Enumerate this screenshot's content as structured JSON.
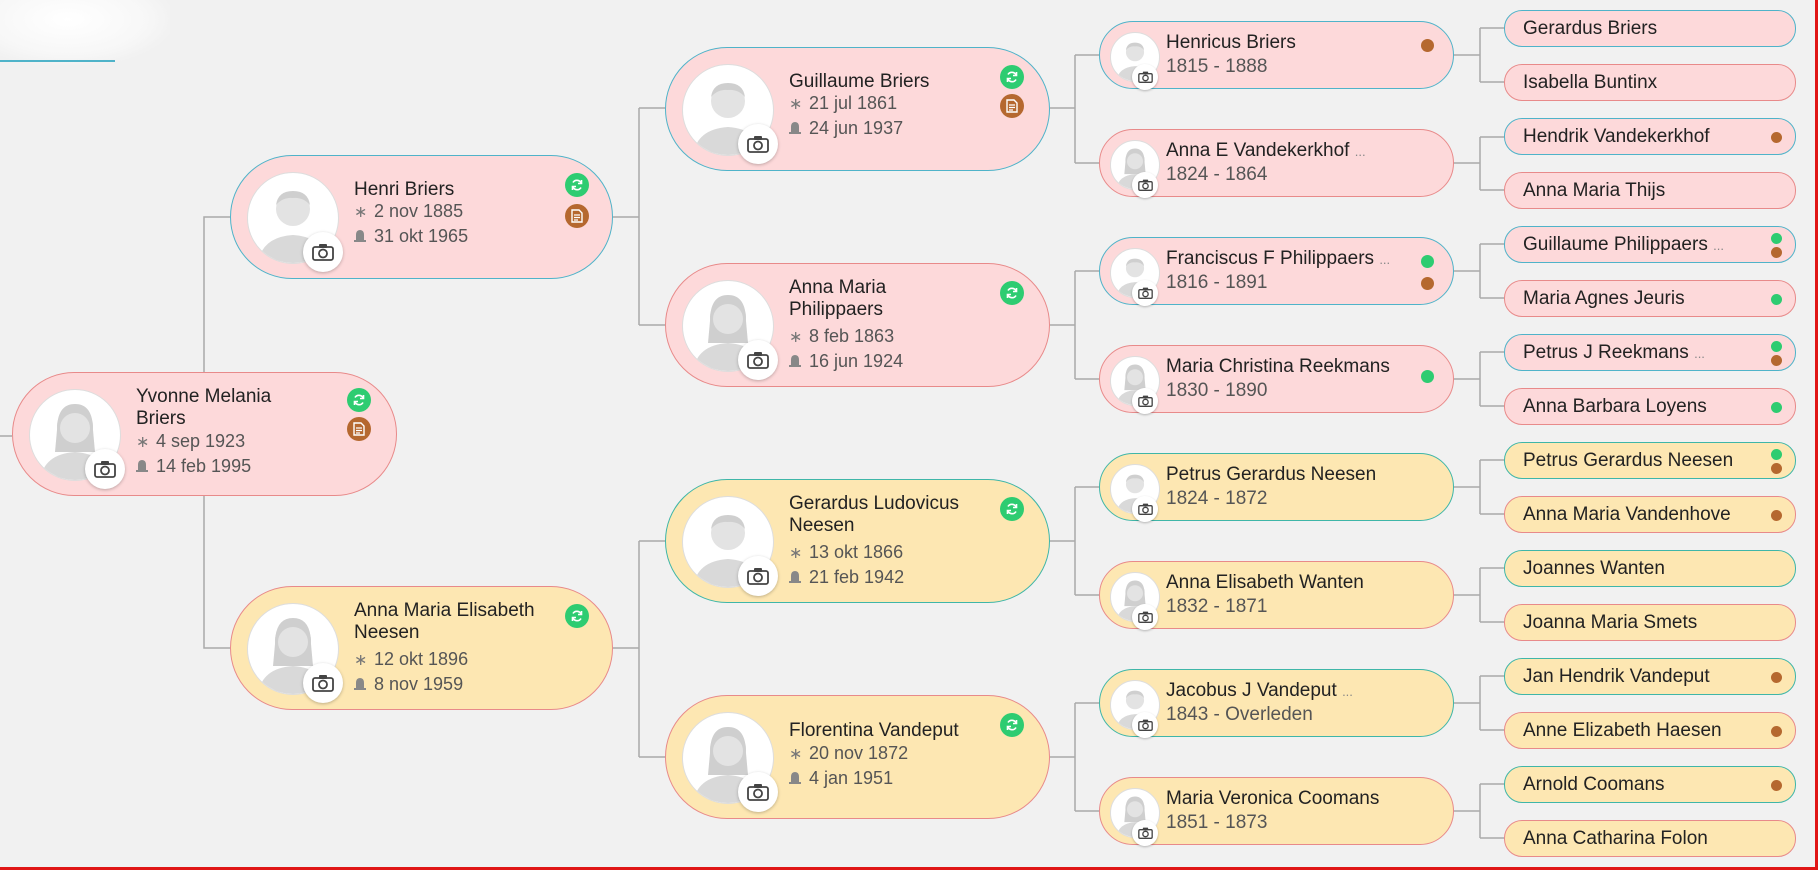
{
  "gen1": {
    "name": "Yvonne Melania Briers",
    "born": "4 sep 1923",
    "died": "14 feb 1995"
  },
  "gen2": [
    {
      "name": "Henri Briers",
      "born": "2 nov 1885",
      "died": "31 okt 1965"
    },
    {
      "name": "Anna Maria Elisabeth Neesen",
      "born": "12 okt 1896",
      "died": "8 nov 1959"
    }
  ],
  "gen3": [
    {
      "name": "Guillaume Briers",
      "born": "21 jul 1861",
      "died": "24 jun 1937"
    },
    {
      "name": "Anna Maria Philippaers",
      "born": "8 feb 1863",
      "died": "16 jun 1924"
    },
    {
      "name": "Gerardus Ludovicus Neesen",
      "born": "13 okt 1866",
      "died": "21 feb 1942"
    },
    {
      "name": "Florentina Vandeput",
      "born": "20 nov 1872",
      "died": "4 jan 1951"
    }
  ],
  "gen4": [
    {
      "name": "Henricus Briers",
      "years": "1815 - 1888"
    },
    {
      "name": "Anna E Vandekerkhof",
      "years": "1824 - 1864"
    },
    {
      "name": "Franciscus F Philippaers",
      "years": "1816 - 1891"
    },
    {
      "name": "Maria Christina Reekmans",
      "years": "1830 - 1890"
    },
    {
      "name": "Petrus Gerardus Neesen",
      "years": "1824 - 1872"
    },
    {
      "name": "Anna Elisabeth Wanten",
      "years": "1832 - 1871"
    },
    {
      "name": "Jacobus J Vandeput",
      "years": "1843 - Overleden"
    },
    {
      "name": "Maria Veronica Coomans",
      "years": "1851 - 1873"
    }
  ],
  "gen5": [
    {
      "name": "Gerardus Briers"
    },
    {
      "name": "Isabella Buntinx"
    },
    {
      "name": "Hendrik Vandekerkhof"
    },
    {
      "name": "Anna Maria Thijs"
    },
    {
      "name": "Guillaume Philippaers"
    },
    {
      "name": "Maria Agnes Jeuris"
    },
    {
      "name": "Petrus J Reekmans"
    },
    {
      "name": "Anna Barbara Loyens"
    },
    {
      "name": "Petrus Gerardus Neesen"
    },
    {
      "name": "Anna Maria Vandenhove"
    },
    {
      "name": "Joannes Wanten"
    },
    {
      "name": "Joanna Maria Smets"
    },
    {
      "name": "Jan Hendrik Vandeput"
    },
    {
      "name": "Anne Elizabeth Haesen"
    },
    {
      "name": "Arnold Coomans"
    },
    {
      "name": "Anna Catharina Folon"
    }
  ],
  "symbols": {
    "born": "∗",
    "ellipsis": "..."
  },
  "icons": {
    "sync": "sync-icon",
    "source": "document-icon",
    "camera": "camera-icon"
  },
  "colors": {
    "paternal_fill": "#fdd9da",
    "maternal_fill": "#fde7b2",
    "male_border": "#4fb3c9",
    "female_border": "#e88a8a",
    "sync_green": "#2ecc71",
    "source_brown": "#b5682f",
    "frame_red": "#e01616"
  }
}
